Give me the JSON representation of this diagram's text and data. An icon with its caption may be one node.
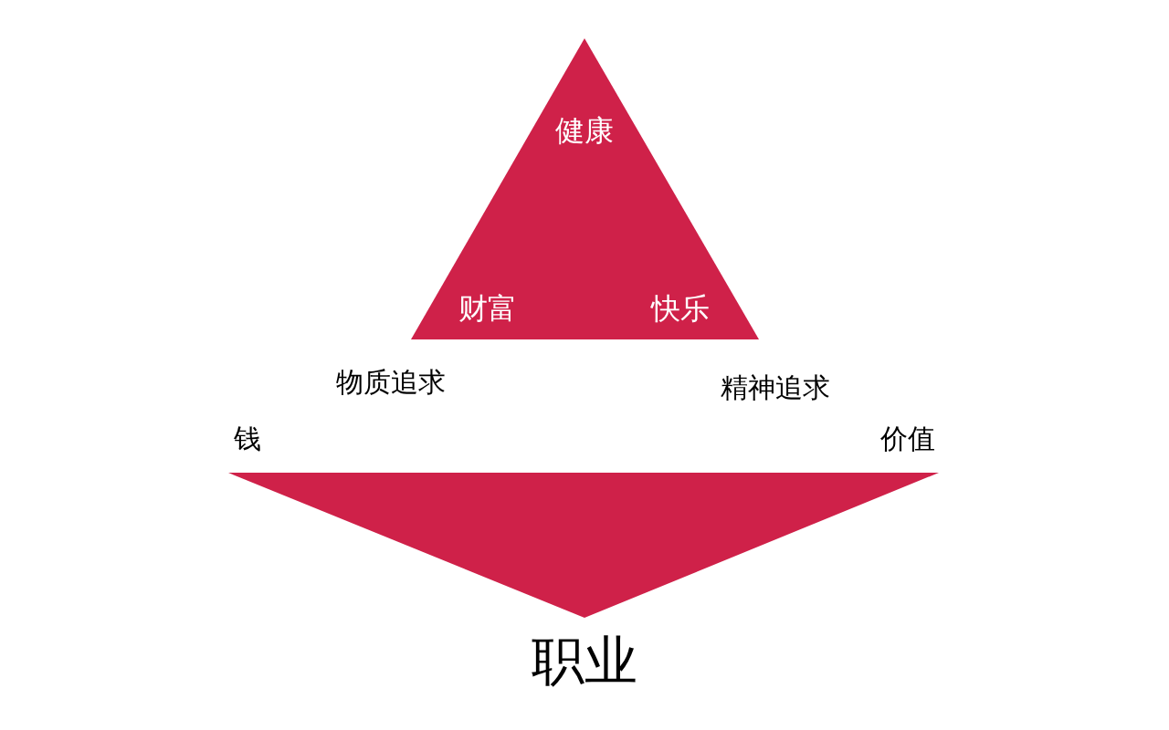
{
  "diagram": {
    "nodes": [
      {
        "text": [
          "健康",
          "财富",
          "快乐"
        ]
      },
      {
        "text": [
          "职业"
        ]
      }
    ],
    "labels": [
      "物质追求",
      "精神追求",
      "钱",
      "价值"
    ]
  }
}
